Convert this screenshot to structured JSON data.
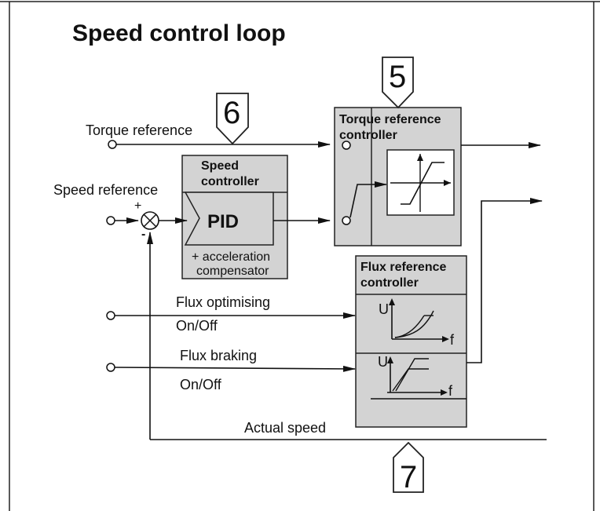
{
  "title": "Speed control loop",
  "inputs": {
    "torque_reference": "Torque reference",
    "speed_reference": "Speed reference",
    "flux_optimising": "Flux optimising",
    "flux_optimising_state": "On/Off",
    "flux_braking": "Flux braking",
    "flux_braking_state": "On/Off",
    "actual_speed": "Actual speed"
  },
  "blocks": {
    "speed_controller": {
      "title_line1": "Speed",
      "title_line2": "controller",
      "core": "PID",
      "note_line1": "+ acceleration",
      "note_line2": "compensator"
    },
    "torque_controller": {
      "title_line1": "Torque reference",
      "title_line2": "controller"
    },
    "flux_controller": {
      "title_line1": "Flux reference",
      "title_line2": "controller",
      "plot_axis_y": "U",
      "plot_axis_x": "f"
    }
  },
  "summing_junction": {
    "plus": "+",
    "minus": "-"
  },
  "callouts": [
    "5",
    "6",
    "7"
  ]
}
